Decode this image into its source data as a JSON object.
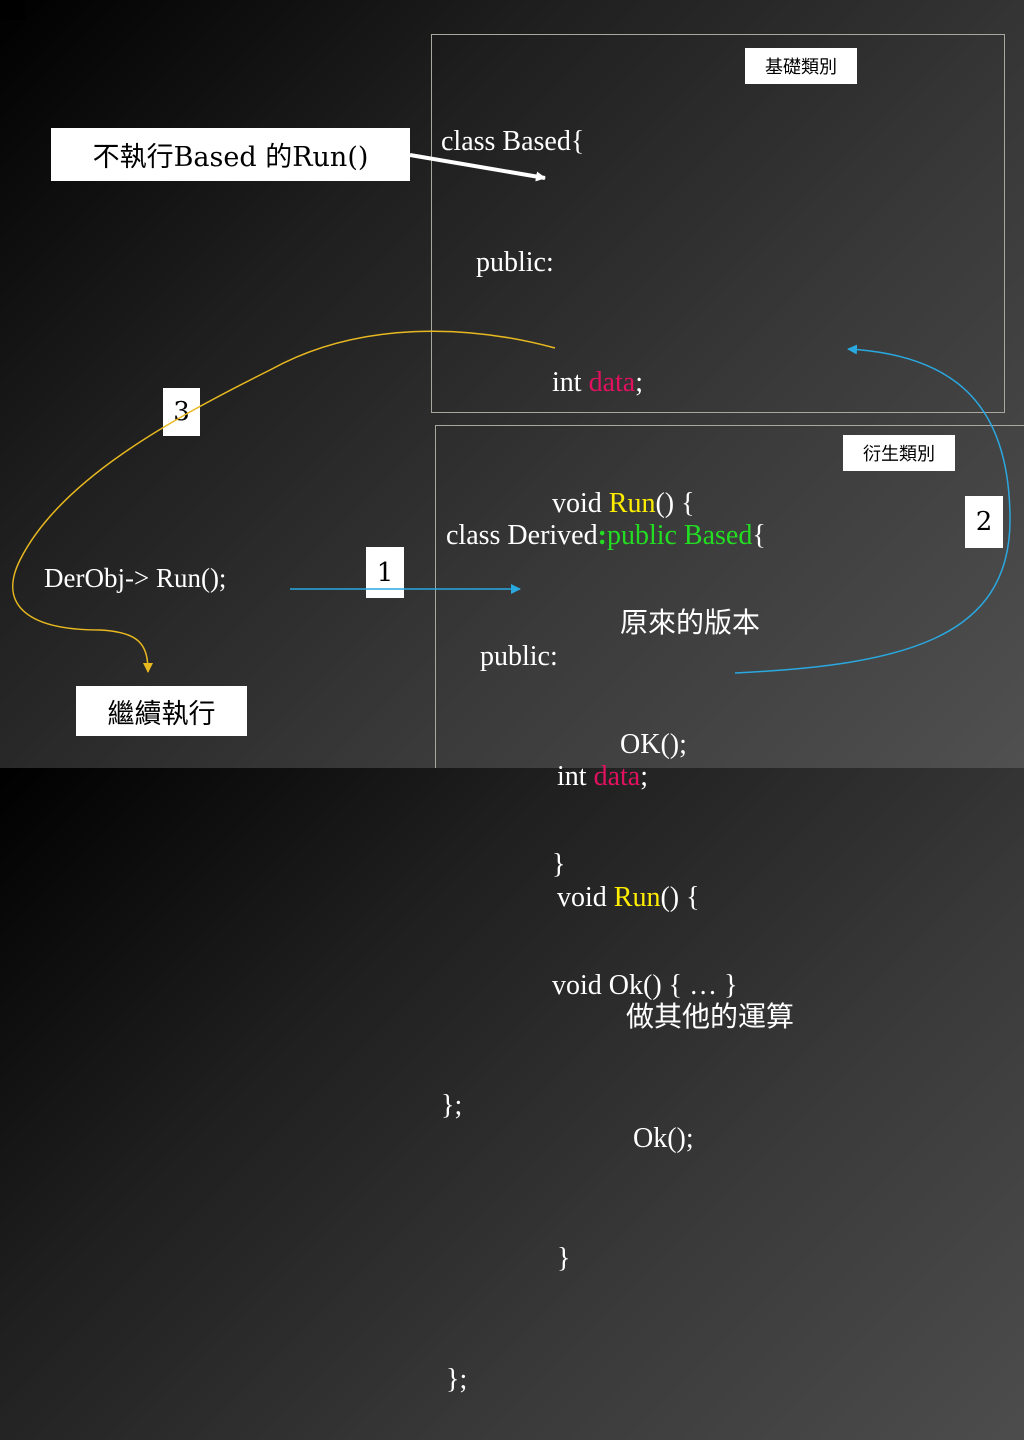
{
  "based_class": {
    "l1_pre": "class Based{",
    "l2": "public:",
    "l3_pre": "int ",
    "l3_kw": "data",
    "l3_post": ";",
    "l4_pre": "void ",
    "l4_kw": "Run",
    "l4_post": "() {",
    "l5": "原來的版本",
    "l6": "OK();",
    "l7": "}",
    "l8": "void Ok() { … }",
    "l9": "};"
  },
  "derived_class": {
    "l1_pre": "class Derived",
    "l1_colon": ":",
    "l1_kw": "public Based",
    "l1_post": "{",
    "l2": "public:",
    "l3_pre": "int ",
    "l3_kw": "data",
    "l3_post": ";",
    "l4_pre": "void ",
    "l4_kw": "Run",
    "l4_post": "() {",
    "l5": "做其他的運算",
    "l6": " Ok();",
    "l7": "}",
    "l8": "};"
  },
  "labels": {
    "base_class": "基礎類別",
    "derived_class": "衍生類別",
    "not_execute": "不執行Based 的Run()",
    "continue": "繼續執行",
    "step1": "1",
    "step2": "2",
    "step3": "3"
  },
  "call_text": "DerObj-> Run();",
  "colors": {
    "data_keyword": "#e0115f",
    "run_keyword": "#ffee00",
    "public_based": "#22dd22",
    "arrow_blue": "#2aa8e0",
    "arrow_yellow": "#e8b820",
    "arrow_white": "#ffffff"
  }
}
